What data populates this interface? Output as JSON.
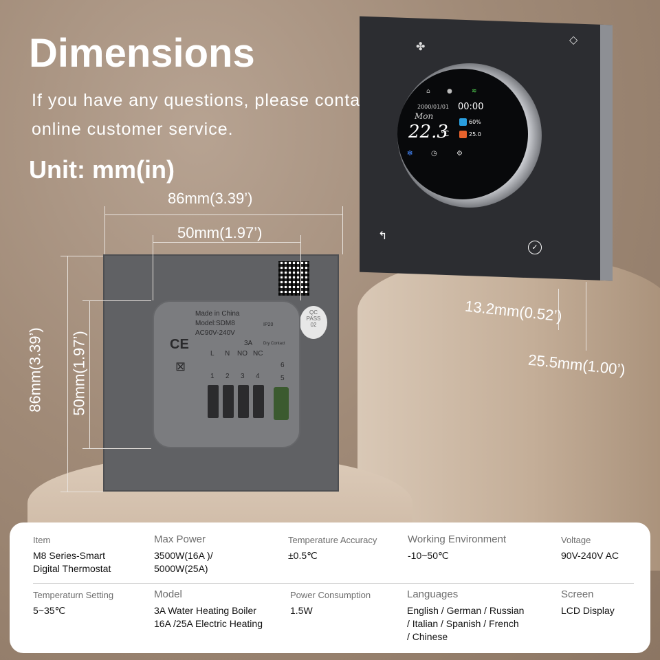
{
  "heading": {
    "title": "Dimensions",
    "subtitle_line1": "If you have any questions, please contact our",
    "subtitle_line2": "online customer service.",
    "unit": "Unit: mm(in)"
  },
  "dimensions": {
    "outer_width": "86mm(3.39’)",
    "inner_width": "50mm(1.97’)",
    "outer_height": "86mm(3.39’)",
    "inner_height": "50mm(1.97’)",
    "depth_front": "13.2mm(0.52’)",
    "depth_total": "25.5mm(1.00’)"
  },
  "back_module": {
    "made_in": "Made in China",
    "model": "Model:SDM8",
    "voltage": "AC90V-240V",
    "rating": "3A",
    "ip": "IP20",
    "dry_contact": "Dry Contact",
    "terminals_top": [
      "L",
      "N",
      "NO",
      "NC"
    ],
    "terminals_num": [
      "1",
      "2",
      "3",
      "4"
    ],
    "side_nums": [
      "6",
      "5"
    ],
    "qc_label": "QC\nPASS\n02",
    "ce": "CE"
  },
  "device_screen": {
    "date": "2000/01/01",
    "time": "00:00",
    "day": "Mon",
    "temperature": "22.3",
    "temp_unit": "℃",
    "humidity": "60%",
    "set_temp": "25.0"
  },
  "specs": {
    "item_label": "Item",
    "item_value": "M8 Series-Smart\nDigital Thermostat",
    "power_label": "Max Power",
    "power_value": "3500W(16A )/\n5000W(25A)",
    "accuracy_label": "Temperature Accuracy",
    "accuracy_value": "±0.5℃",
    "env_label": "Working Environment",
    "env_value": "-10~50℃",
    "voltage_label": "Voltage",
    "voltage_value": "90V-240V AC",
    "setting_label": "Temperaturn Setting",
    "setting_value": "5~35℃",
    "model_label": "Model",
    "model_value": "3A Water Heating Boiler\n16A /25A Electric Heating",
    "consumption_label": "Power Consumption",
    "consumption_value": "1.5W",
    "languages_label": "Languages",
    "languages_value": "English / German / Russian\n/ Italian / Spanish / French\n/ Chinese",
    "screen_label": "Screen",
    "screen_value": "LCD Display"
  }
}
